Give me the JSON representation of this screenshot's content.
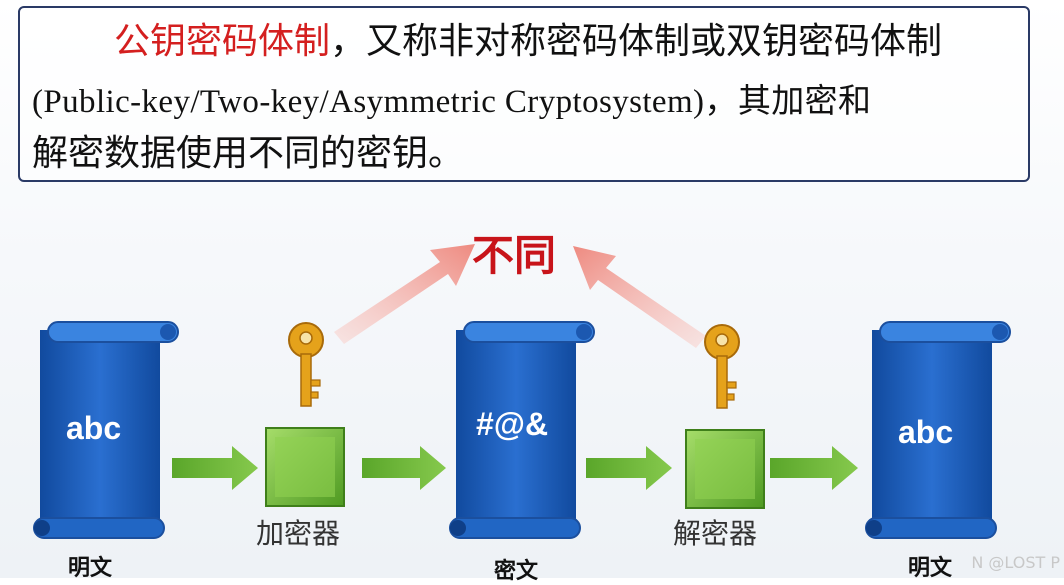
{
  "definition": {
    "line1_term": "公钥密码体制",
    "line1_rest": "，又称非对称密码体制或双钥密码体制",
    "line2": "(Public-key/Two-key/Asymmetric Cryptosystem)，其加密和",
    "line3": "解密数据使用不同的密钥。"
  },
  "diagram": {
    "difference_label": "不同",
    "plaintext_left": {
      "content": "abc",
      "caption": "明文"
    },
    "ciphertext": {
      "content": "#@&",
      "caption": "密文"
    },
    "plaintext_right": {
      "content": "abc",
      "caption": "明文"
    },
    "encryptor_label": "加密器",
    "decryptor_label": "解密器"
  },
  "watermark": "N @LOST P",
  "colors": {
    "scroll_blue": "#1e5bb8",
    "arrow_green": "#6fb53a",
    "box_green": "#7cc242",
    "key_gold": "#e3a019",
    "text_red": "#d41f1f"
  }
}
